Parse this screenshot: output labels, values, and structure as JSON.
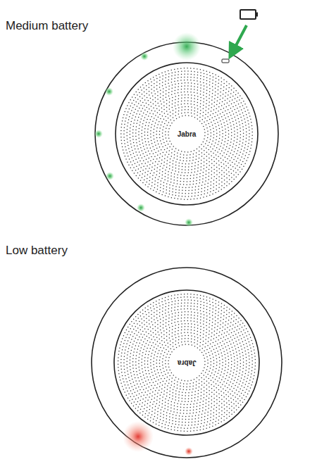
{
  "diagram": {
    "nodes": [
      {
        "text": [
          "Jabra"
        ]
      },
      {
        "text": [
          "Jabra"
        ]
      }
    ],
    "labels": [
      "Medium battery",
      "Low battery"
    ]
  }
}
